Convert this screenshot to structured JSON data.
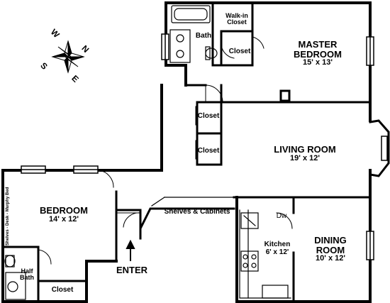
{
  "rooms": {
    "master_bedroom": {
      "name_line1": "MASTER",
      "name_line2": "BEDROOM",
      "size": "15' x 13'"
    },
    "living_room": {
      "name": "LIVING ROOM",
      "size": "19' x 12'"
    },
    "bedroom": {
      "name": "BEDROOM",
      "size": "14' x 12'"
    },
    "dining_room": {
      "name_line1": "DINING",
      "name_line2": "ROOM",
      "size": "10' x 12'"
    },
    "kitchen": {
      "name": "Kitchen",
      "size": "6' x 12'"
    },
    "bath": {
      "name": "Bath"
    },
    "walk_in_closet": {
      "name_line1": "Walk-in",
      "name_line2": "Closet"
    },
    "closet_master": {
      "name": "Closet"
    },
    "closet_hall_1": {
      "name": "Closet"
    },
    "closet_hall_2": {
      "name": "Closet"
    },
    "closet_bedroom": {
      "name": "Closet"
    },
    "half_bath": {
      "name_line1": "Half",
      "name_line2": "Bath"
    }
  },
  "labels": {
    "shelves_cabinets": "Shelves & Cabinets",
    "enter": "ENTER",
    "dw": "Dw",
    "murphy_bed": "Shelves - Desk - Murphy Bed"
  },
  "compass": {
    "north": "N",
    "south": "S",
    "east": "E",
    "west": "W"
  }
}
